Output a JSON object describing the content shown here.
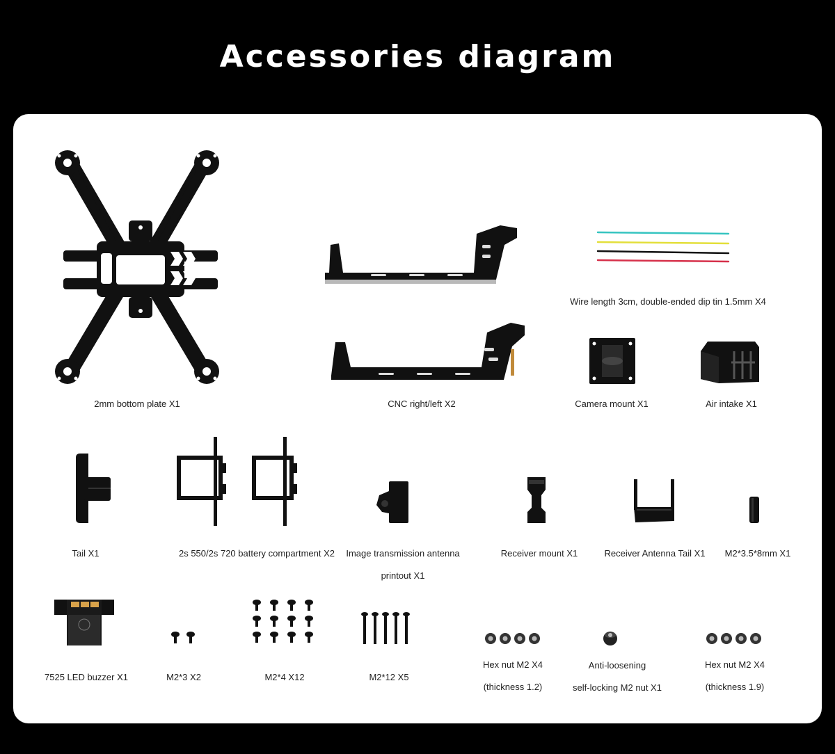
{
  "header": {
    "title": "Accessories diagram"
  },
  "colors": {
    "background": "#000000",
    "panel": "#ffffff",
    "part": "#111111",
    "wire_cyan": "#35c4c0",
    "wire_yellow": "#e3df3a",
    "wire_black": "#111111",
    "wire_red": "#d6304a"
  },
  "items": {
    "bottom_plate": {
      "label": "2mm bottom plate X1",
      "icon": "carbon-frame-icon"
    },
    "cnc_side": {
      "label": "CNC right/left X2",
      "icon": "side-rail-icon"
    },
    "wires": {
      "label": "Wire length 3cm, double-ended dip tin 1.5mm X4",
      "icon": "wire-icon"
    },
    "camera_mount": {
      "label": "Camera mount X1",
      "icon": "camera-mount-icon"
    },
    "air_intake": {
      "label": "Air intake X1",
      "icon": "air-intake-icon"
    },
    "tail": {
      "label": "Tail X1",
      "icon": "tail-icon"
    },
    "battery_compartment": {
      "label": "2s 550/2s 720 battery compartment X2",
      "icon": "battery-bracket-icon"
    },
    "vtx_antenna": {
      "line1": "Image transmission antenna",
      "line2": "printout X1",
      "icon": "antenna-mount-icon"
    },
    "receiver_mount": {
      "label": "Receiver mount X1",
      "icon": "receiver-mount-icon"
    },
    "receiver_antenna_tail": {
      "label": "Receiver Antenna Tail X1",
      "icon": "antenna-tail-icon"
    },
    "m2_standoff": {
      "label": "M2*3.5*8mm  X1",
      "icon": "standoff-icon"
    },
    "led_buzzer": {
      "label": "7525 LED buzzer X1",
      "icon": "buzzer-icon"
    },
    "screw_m2x3": {
      "label": "M2*3 X2",
      "icon": "screw-icon"
    },
    "screw_m2x4": {
      "label": "M2*4 X12",
      "icon": "screw-icon"
    },
    "screw_m2x12": {
      "label": "M2*12 X5",
      "icon": "long-screw-icon"
    },
    "hex_nut_12": {
      "line1": "Hex nut M2 X4",
      "line2": "(thickness 1.2)",
      "icon": "hex-nut-icon"
    },
    "lock_nut": {
      "line1": "Anti-loosening",
      "line2": "self-locking M2 nut X1",
      "icon": "lock-nut-icon"
    },
    "hex_nut_19": {
      "line1": "Hex nut M2 X4",
      "line2": "(thickness 1.9)",
      "icon": "hex-nut-icon"
    }
  }
}
